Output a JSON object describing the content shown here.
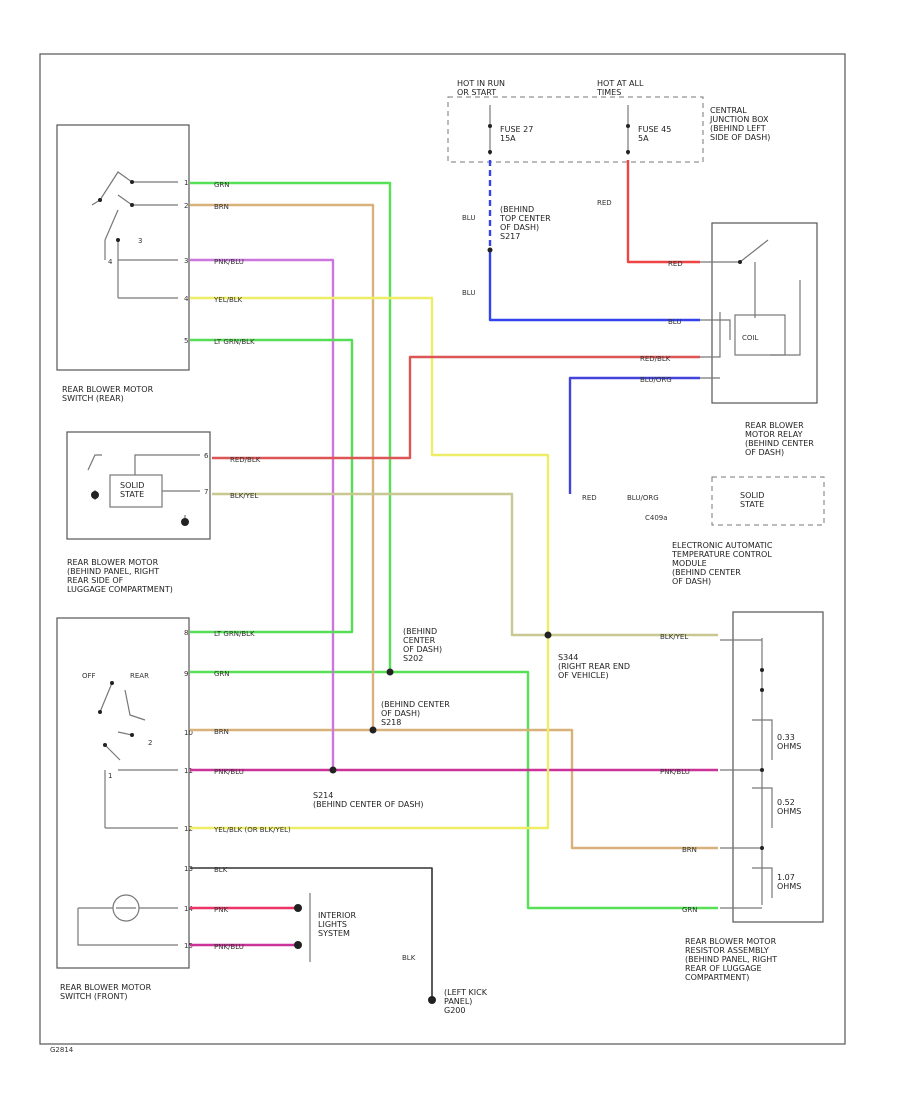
{
  "colors": {
    "grn": "#55e055",
    "brn": "#d8b27a",
    "pnk_blu": "#cc77dd",
    "yel_blk": "#eeee66",
    "lt_grn_blk": "#55dd55",
    "red_blk": "#dd5555",
    "blk_yel": "#c8c890",
    "blu": "#3344ee",
    "red": "#ee4444",
    "blk": "#333333",
    "pnk": "#ee3366",
    "pnk_blu_front": "#cc3399",
    "blu_org": "#4444dd"
  },
  "labels": {
    "hot_in_run": "HOT IN RUN\nOR START",
    "hot_at_all": "HOT AT ALL\nTIMES",
    "fuse_27": "FUSE 27\n15A",
    "fuse_45": "FUSE 45\n5A",
    "cjb": "CENTRAL\nJUNCTION BOX\n(BEHIND LEFT\nSIDE OF DASH)",
    "blu_top": "BLU",
    "behind_top": "(BEHIND\nTOP CENTER\nOF DASH)\nS217",
    "blu_mid": "BLU",
    "red_cjb": "RED",
    "switch_rear": "REAR BLOWER MOTOR\nSWITCH (REAR)",
    "motor": "REAR BLOWER MOTOR\n(BEHIND PANEL, RIGHT\nREAR SIDE OF\nLUGGAGE COMPARTMENT)",
    "solid_state": "SOLID\nSTATE",
    "relay": "REAR BLOWER\nMOTOR RELAY\n(BEHIND CENTER\nOF DASH)",
    "eatc": "ELECTRONIC AUTOMATIC\nTEMPERATURE CONTROL\nMODULE\n(BEHIND CENTER\nOF DASH)",
    "solid_state_2": "SOLID\nSTATE",
    "c409a": "C409a",
    "red_mod": "RED",
    "blu_org_mod": "BLU/ORG",
    "s202": "(BEHIND\nCENTER\nOF DASH)\nS202",
    "s218": "(BEHIND CENTER\nOF DASH)\nS218",
    "s344": "S344\n(RIGHT REAR END\nOF VEHICLE)",
    "s214": "S214\n(BEHIND CENTER OF DASH)",
    "off": "OFF",
    "rear": "REAR",
    "switch_front": "REAR BLOWER MOTOR\nSWITCH (FRONT)",
    "interior": "INTERIOR\nLIGHTS\nSYSTEM",
    "blk_lbl": "BLK",
    "left_kick": "(LEFT KICK\nPANEL)\nG200",
    "resistor": "REAR BLOWER MOTOR\nRESISTOR ASSEMBLY\n(BEHIND PANEL, RIGHT\nREAR OF LUGGAGE\nCOMPARTMENT)",
    "r1": "0.33\nOHMS",
    "r2": "0.52\nOHMS",
    "r3": "1.07\nOHMS",
    "code": "G2814",
    "relay_coil": "COIL"
  },
  "wires": {
    "grn": "GRN",
    "brn": "BRN",
    "pnk_blu": "PNK/BLU",
    "yel_blk": "YEL/BLK",
    "lt_grn_blk": "LT GRN/BLK",
    "red_blk": "RED/BLK",
    "blk_yel": "BLK/YEL",
    "red": "RED",
    "blu": "BLU",
    "red_blk_relay": "RED/BLK",
    "blu_org": "BLU/ORG",
    "blk_yel_res": "BLK/YEL",
    "pnk_blu_res": "PNK/BLU",
    "brn_res": "BRN",
    "grn_res": "GRN",
    "yel_blk_or": "YEL/BLK (OR BLK/YEL)",
    "blk": "BLK",
    "pnk": "PNK",
    "pnk_blu_front": "PNK/BLU"
  },
  "pins": {
    "p1": "1",
    "p2": "2",
    "p3": "3",
    "p4": "4",
    "p5": "5",
    "p6": "6",
    "p7": "7",
    "p8": "8",
    "p9": "9",
    "p10": "10",
    "p11": "11",
    "p12": "12",
    "p13": "13",
    "p14": "14",
    "p15": "15"
  },
  "switch_marks": {
    "s1": "1",
    "s2": "2",
    "s3": "3",
    "s4": "4"
  }
}
